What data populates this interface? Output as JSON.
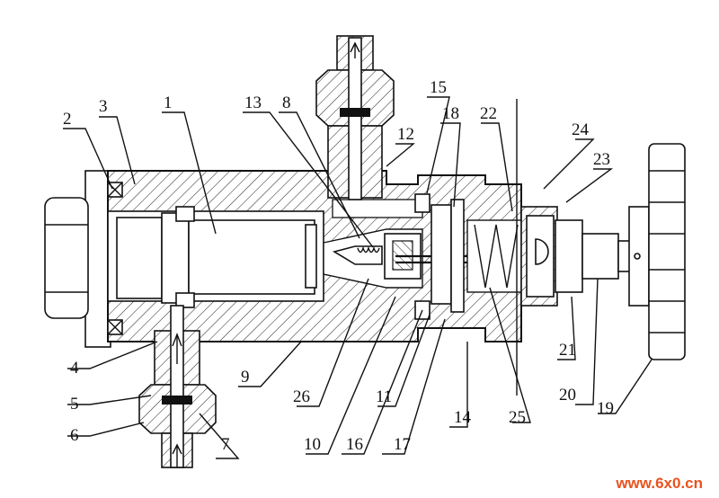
{
  "labels": [
    {
      "id": "1",
      "text": "1"
    },
    {
      "id": "2",
      "text": "2"
    },
    {
      "id": "3",
      "text": "3"
    },
    {
      "id": "4",
      "text": "4"
    },
    {
      "id": "5",
      "text": "5"
    },
    {
      "id": "6",
      "text": "6"
    },
    {
      "id": "7",
      "text": "7"
    },
    {
      "id": "8",
      "text": "8"
    },
    {
      "id": "9",
      "text": "9"
    },
    {
      "id": "10",
      "text": "10"
    },
    {
      "id": "11",
      "text": "11"
    },
    {
      "id": "12",
      "text": "12"
    },
    {
      "id": "13",
      "text": "13"
    },
    {
      "id": "14",
      "text": "14"
    },
    {
      "id": "15",
      "text": "15"
    },
    {
      "id": "16",
      "text": "16"
    },
    {
      "id": "17",
      "text": "17"
    },
    {
      "id": "18",
      "text": "18"
    },
    {
      "id": "19",
      "text": "19"
    },
    {
      "id": "20",
      "text": "20"
    },
    {
      "id": "21",
      "text": "21"
    },
    {
      "id": "22",
      "text": "22"
    },
    {
      "id": "23",
      "text": "23"
    },
    {
      "id": "24",
      "text": "24"
    },
    {
      "id": "25",
      "text": "25"
    },
    {
      "id": "26",
      "text": "26"
    }
  ],
  "watermark": "www.6x0.cn"
}
